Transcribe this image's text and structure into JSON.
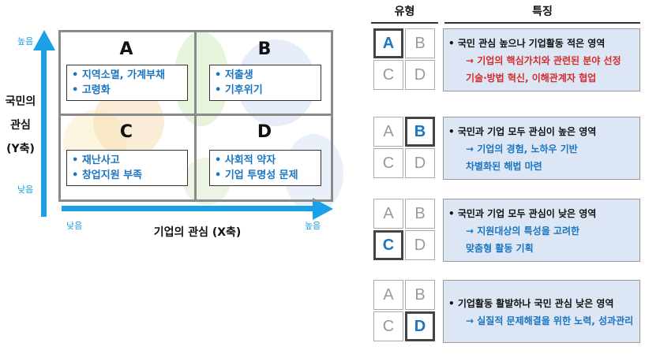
{
  "matrix": {
    "y_axis": {
      "title_lines": [
        "국민의",
        "관심",
        "(Y축)"
      ],
      "high": "높음",
      "low": "낮음"
    },
    "x_axis": {
      "title": "기업의 관심 (X축)",
      "low": "낮음",
      "high": "높음"
    },
    "quadrants": [
      {
        "letter": "A",
        "items": [
          "• 지역소멸, 가계부채",
          "• 고령화"
        ]
      },
      {
        "letter": "B",
        "items": [
          "• 저출생",
          "• 기후위기"
        ]
      },
      {
        "letter": "C",
        "items": [
          "• 재난사고",
          "• 창업지원 부족"
        ]
      },
      {
        "letter": "D",
        "items": [
          "• 사회적 약자",
          "• 기업 투명성 문제"
        ]
      }
    ]
  },
  "table": {
    "header_type": "유형",
    "header_feature": "특징",
    "cell_letters": [
      "A",
      "B",
      "C",
      "D"
    ],
    "rows": [
      {
        "active": "A",
        "lines": [
          {
            "text": "• 국민 관심 높으나 기업활동 적은 영역",
            "color": "black",
            "indent": false
          },
          {
            "text": "→ 기업의 핵심가치와 관련된 분야 선정",
            "color": "red",
            "indent": true
          },
          {
            "text": "기술·방법 혁신, 이해관계자 협업",
            "color": "red",
            "indent": true
          }
        ]
      },
      {
        "active": "B",
        "lines": [
          {
            "text": "• 국민과 기업 모두 관심이 높은 영역",
            "color": "black",
            "indent": false
          },
          {
            "text": "→ 기업의 경험, 노하우 기반",
            "color": "blue",
            "indent": true
          },
          {
            "text": "차별화된 해법 마련",
            "color": "blue",
            "indent": true
          }
        ]
      },
      {
        "active": "C",
        "lines": [
          {
            "text": "• 국민과 기업 모두 관심이 낮은 영역",
            "color": "black",
            "indent": false
          },
          {
            "text": "→ 지원대상의 특성을 고려한",
            "color": "blue",
            "indent": true
          },
          {
            "text": "맞춤형 활동 기획",
            "color": "blue",
            "indent": true
          }
        ]
      },
      {
        "active": "D",
        "lines": [
          {
            "text": "• 기업활동 활발하나 국민 관심 낮은 영역",
            "color": "black",
            "indent": false
          },
          {
            "text": "→ 실질적 문제해결을 위한 노력, 성과관리",
            "color": "blue",
            "indent": true
          }
        ]
      }
    ]
  },
  "colors": {
    "arrow": "#1aa0e6",
    "text_blue": "#1b75c0",
    "text_red": "#d62b2b",
    "desc_bg": "#dce6f4",
    "grid": "#8a8a8a"
  }
}
